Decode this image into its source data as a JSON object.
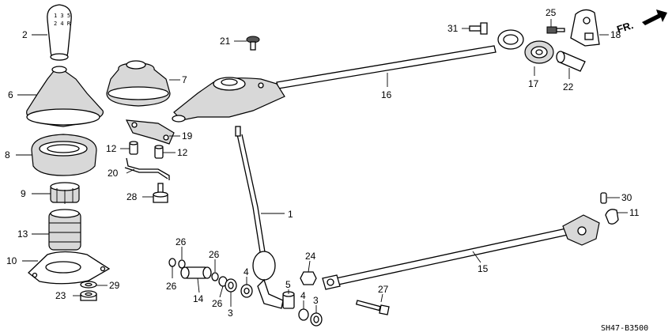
{
  "diagram_code": "SH47-B3500",
  "direction_label": "FR.",
  "callouts": {
    "p1": "1",
    "p2": "2",
    "p3a": "3",
    "p3b": "3",
    "p4a": "4",
    "p4b": "4",
    "p5": "5",
    "p6": "6",
    "p7": "7",
    "p8": "8",
    "p9": "9",
    "p10": "10",
    "p11": "11",
    "p12a": "12",
    "p12b": "12",
    "p13": "13",
    "p14": "14",
    "p15": "15",
    "p16": "16",
    "p17": "17",
    "p18": "18",
    "p19": "19",
    "p20": "20",
    "p21": "21",
    "p22": "22",
    "p23": "23",
    "p24": "24",
    "p25": "25",
    "p26a": "26",
    "p26b": "26",
    "p26c": "26",
    "p26d": "26",
    "p27": "27",
    "p28": "28",
    "p29": "29",
    "p30": "30",
    "p31": "31"
  }
}
